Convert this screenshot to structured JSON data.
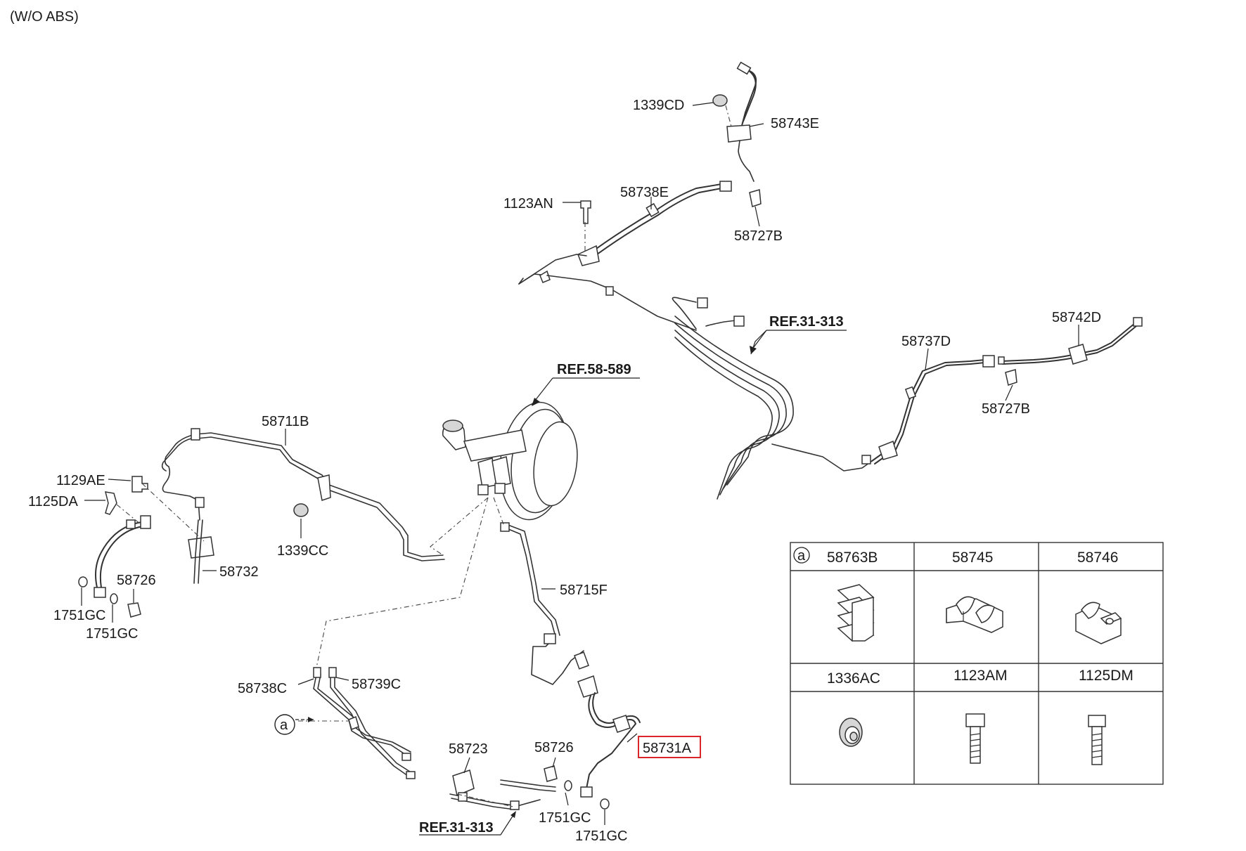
{
  "note": "(W/O ABS)",
  "labels": {
    "l1339CD": "1339CD",
    "l58743E": "58743E",
    "l1123AN": "1123AN",
    "l58738E": "58738E",
    "l58727B_top": "58727B",
    "ref31313_top": "REF.31-313",
    "l58742D": "58742D",
    "l58737D": "58737D",
    "l58727B_right": "58727B",
    "ref58589": "REF.58-589",
    "l58711B": "58711B",
    "l1129AE": "1129AE",
    "l1125DA": "1125DA",
    "l1339CC": "1339CC",
    "l58732": "58732",
    "l58726_left": "58726",
    "l1751GC_a": "1751GC",
    "l1751GC_b": "1751GC",
    "l58715F": "58715F",
    "l58738C": "58738C",
    "l58739C": "58739C",
    "callout_a": "a",
    "l58723": "58723",
    "l58726_mid": "58726",
    "l58731A": "58731A",
    "l1751GC_c": "1751GC",
    "l1751GC_d": "1751GC",
    "ref31313_bottom": "REF.31-313"
  },
  "highlight_color": "#d9262b",
  "table": {
    "marker": "a",
    "headers_top": [
      "58763B",
      "58745",
      "58746"
    ],
    "headers_bottom": [
      "1336AC",
      "1123AM",
      "1125DM"
    ]
  }
}
